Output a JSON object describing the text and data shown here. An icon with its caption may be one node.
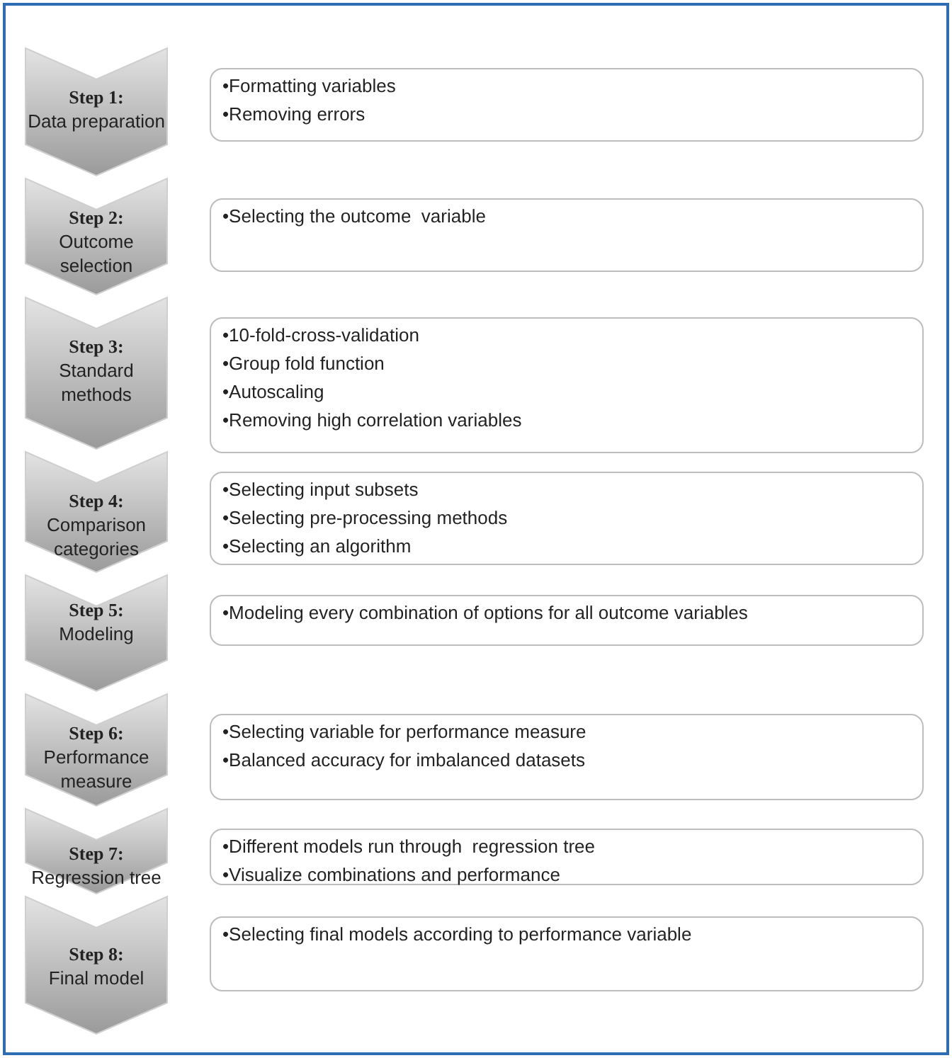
{
  "diagram": {
    "nodes": [
      {
        "text": [
          "Step 1:",
          "Data preparation"
        ]
      },
      {
        "text": [
          "•Formatting variables",
          "•Removing errors"
        ]
      },
      {
        "text": [
          "Step 2:",
          "Outcome selection"
        ]
      },
      {
        "text": [
          "•Selecting the outcome  variable"
        ]
      },
      {
        "text": [
          "Step 3:",
          "Standard methods"
        ]
      },
      {
        "text": [
          "•10-fold-cross-validation",
          "•Group fold function",
          "•Autoscaling",
          "•Removing high correlation variables"
        ]
      },
      {
        "text": [
          "Step 4:",
          "Comparison categories"
        ]
      },
      {
        "text": [
          "•Selecting input subsets",
          "•Selecting pre-processing methods",
          "•Selecting an algorithm"
        ]
      },
      {
        "text": [
          "Step 5:",
          "Modeling"
        ]
      },
      {
        "text": [
          "•Modeling every combination of options for all outcome variables"
        ]
      },
      {
        "text": [
          "Step 6:",
          "Performance measure"
        ]
      },
      {
        "text": [
          "•Selecting variable for performance measure",
          "•Balanced accuracy for imbalanced datasets"
        ]
      },
      {
        "text": [
          "Step 7:",
          "Regression tree"
        ]
      },
      {
        "text": [
          "•Different models run through  regression tree",
          "•Visualize combinations and performance"
        ]
      },
      {
        "text": [
          "Step 8:",
          "Final model"
        ]
      },
      {
        "text": [
          "•Selecting final models according to performance variable"
        ]
      }
    ],
    "edges": []
  }
}
